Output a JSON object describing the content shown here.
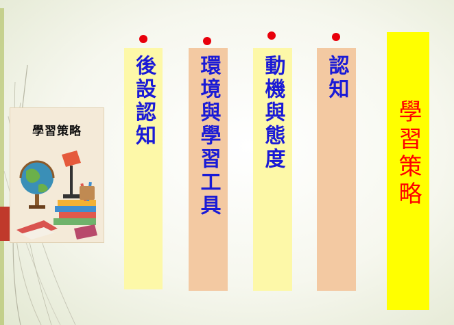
{
  "card": {
    "title": "學習策略"
  },
  "columns": [
    {
      "text": "後設認知",
      "bg": "#fdf8a8"
    },
    {
      "text": "環境與學習工具",
      "bg": "#f3c9a2"
    },
    {
      "text": "動機與態度",
      "bg": "#fdf8a8"
    },
    {
      "text": "認知",
      "bg": "#f3c9a2"
    }
  ],
  "main": {
    "text": "學習策略",
    "bg": "#ffff00",
    "color": "#ff0000"
  },
  "colors": {
    "bullet": "#e8000b",
    "column_text": "#1a1ad6"
  }
}
